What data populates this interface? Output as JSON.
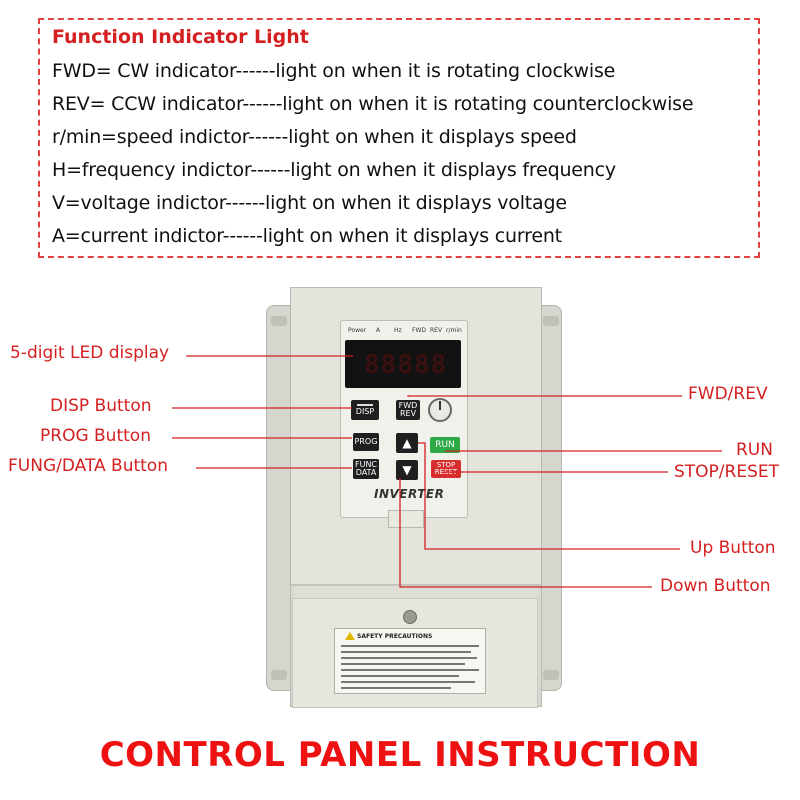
{
  "legend": {
    "title": "Function Indicator Light",
    "lines": [
      "FWD= CW indicator------light on when it is rotating clockwise",
      "REV= CCW indicator------light on when it is rotating counterclockwise",
      "r/min=speed indictor------light on when it displays speed",
      "H=frequency indictor------light on when it displays frequency",
      "V=voltage indictor------light on when it displays voltage",
      "A=current indictor------light on when it displays current"
    ]
  },
  "device": {
    "indicators": [
      "Power",
      "A",
      "Hz",
      "FWD",
      "REV",
      "r/min"
    ],
    "display_digits": "88888",
    "buttons": {
      "disp": "DISP",
      "fwd_rev_top": "FWD",
      "fwd_rev_bottom": "REV",
      "prog": "PROG",
      "func_top": "FUNC",
      "func_bottom": "DATA",
      "run": "RUN",
      "stop_top": "STOP",
      "stop_bottom": "RESET"
    },
    "brand": "INVERTER",
    "safety_title": "SAFETY PRECAUTIONS"
  },
  "callouts": {
    "led_display": "5-digit LED display",
    "disp_button": "DISP Button",
    "prog_button": "PROG Button",
    "fung_data_button": "FUNG/DATA Button",
    "fwd_rev": "FWD/REV",
    "run": "RUN",
    "stop_reset": "STOP/RESET",
    "up_button": "Up Button",
    "down_button": "Down Button"
  },
  "main_title": "CONTROL PANEL INSTRUCTION",
  "colors": {
    "accent_red": "#d42020",
    "title_red": "#ee1111",
    "run_green": "#2da946",
    "stop_red": "#d62d2d"
  }
}
